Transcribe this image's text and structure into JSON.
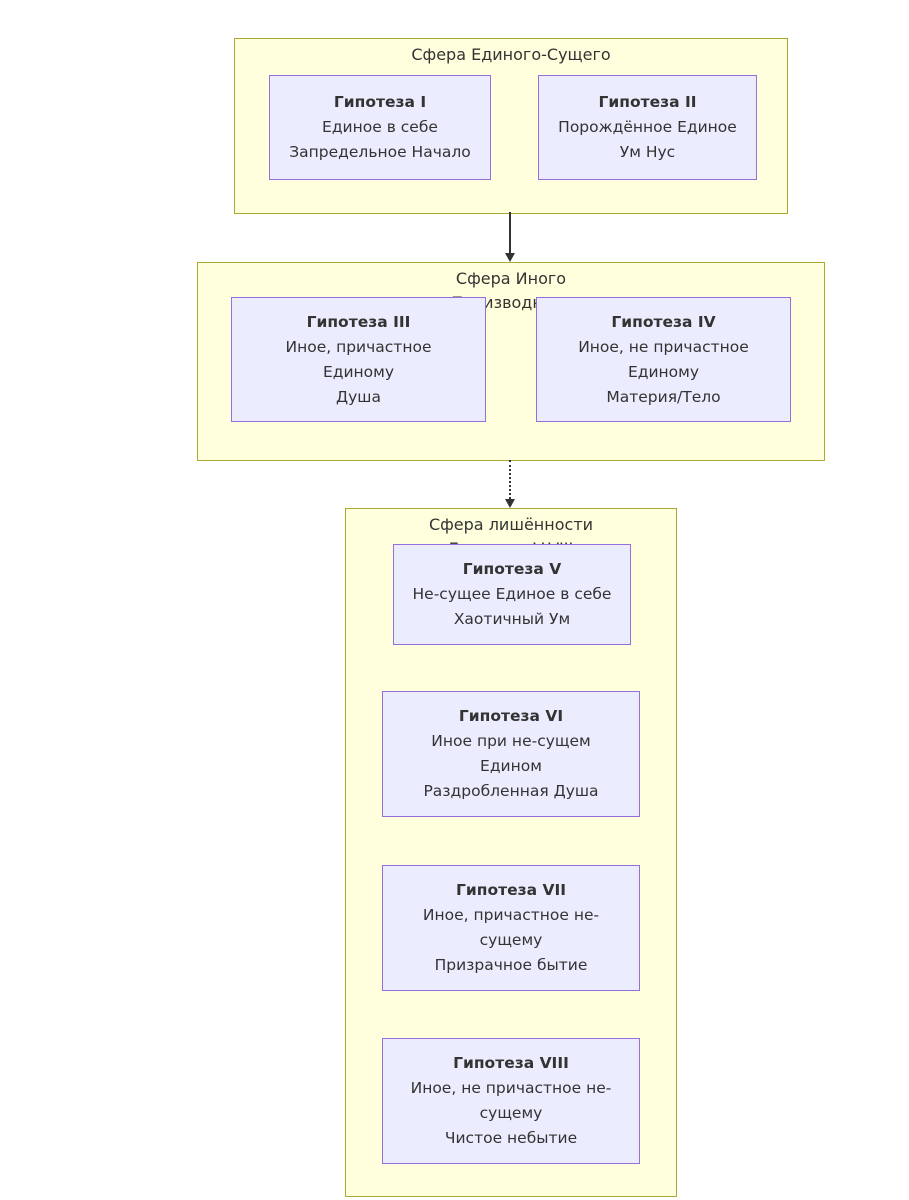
{
  "diagram": {
    "type": "flowchart",
    "direction": "top-bottom",
    "colors": {
      "background": "#ffffff",
      "cluster_fill": "#ffffde",
      "cluster_border": "#aaaa33",
      "node_fill": "#ECECFF",
      "node_border": "#9370DB",
      "text": "#333333",
      "edge": "#333333"
    }
  },
  "clusters": [
    {
      "title_lines": [
        "Сфера Единого-Сущего",
        ""
      ],
      "nodes": [
        {
          "title": "Гипотеза I",
          "lines": [
            "Единое в себе",
            "Запредельное Начало"
          ]
        },
        {
          "title": "Гипотеза II",
          "lines": [
            "Порождённое Единое",
            "Ум Нус"
          ]
        }
      ]
    },
    {
      "title_lines": [
        "Сфера Иного",
        "Производного"
      ],
      "nodes": [
        {
          "title": "Гипотеза III",
          "lines": [
            "Иное, причастное",
            "Единому",
            "Душа"
          ]
        },
        {
          "title": "Гипотеза IV",
          "lines": [
            "Иное, не причастное",
            "Единому",
            "Материя/Тело"
          ]
        }
      ]
    },
    {
      "title_lines": [
        "Сфера лишённости",
        "Единства V-VIII"
      ],
      "nodes": [
        {
          "title": "Гипотеза V",
          "lines": [
            "Не-сущее Единое в себе",
            "Хаотичный Ум"
          ]
        },
        {
          "title": "Гипотеза VI",
          "lines": [
            "Иное при не-сущем",
            "Едином",
            "Раздробленная Душа"
          ]
        },
        {
          "title": "Гипотеза VII",
          "lines": [
            "Иное, причастное не-",
            "сущему",
            "Призрачное бытие"
          ]
        },
        {
          "title": "Гипотеза VIII",
          "lines": [
            "Иное, не причастное не-",
            "сущему",
            "Чистое небытие"
          ]
        }
      ]
    }
  ],
  "edges": [
    {
      "from": "Сфера Единого-Сущего",
      "to": "Сфера Иного Производного",
      "style": "solid",
      "arrow": "filled-triangle"
    },
    {
      "from": "Сфера Иного Производного",
      "to": "Сфера лишённости Единства V-VIII",
      "style": "dotted",
      "arrow": "filled-triangle"
    }
  ]
}
